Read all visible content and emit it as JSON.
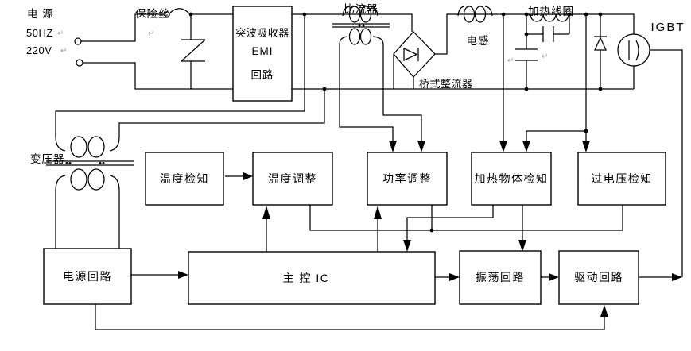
{
  "page": {
    "background": "#ffffff",
    "line_color": "#000000",
    "artifact_color": "#9b9b9b"
  },
  "source": {
    "label": "电 源",
    "frequency": "50HZ",
    "voltage": "220V"
  },
  "components": {
    "fuse": "保险丝",
    "emi_line1": "突波吸收器",
    "emi_line2": "EMI",
    "emi_line3": "回路",
    "current_transformer": "比流器",
    "bridge_rectifier": "桥式整流器",
    "inductor": "电感",
    "heating_coil": "加热线圈",
    "igbt": "IGBT",
    "transformer": "变压器",
    "return_mark": "↵"
  },
  "blocks": {
    "temp_detect": "温度检知",
    "temp_adjust": "温度调整",
    "power_adjust": "功率调整",
    "pan_detect": "加热物体检知",
    "overvoltage_detect": "过电压检知",
    "power_supply": "电源回路",
    "main_ic": "主 控 IC",
    "oscillator": "振荡回路",
    "driver": "驱动回路"
  }
}
